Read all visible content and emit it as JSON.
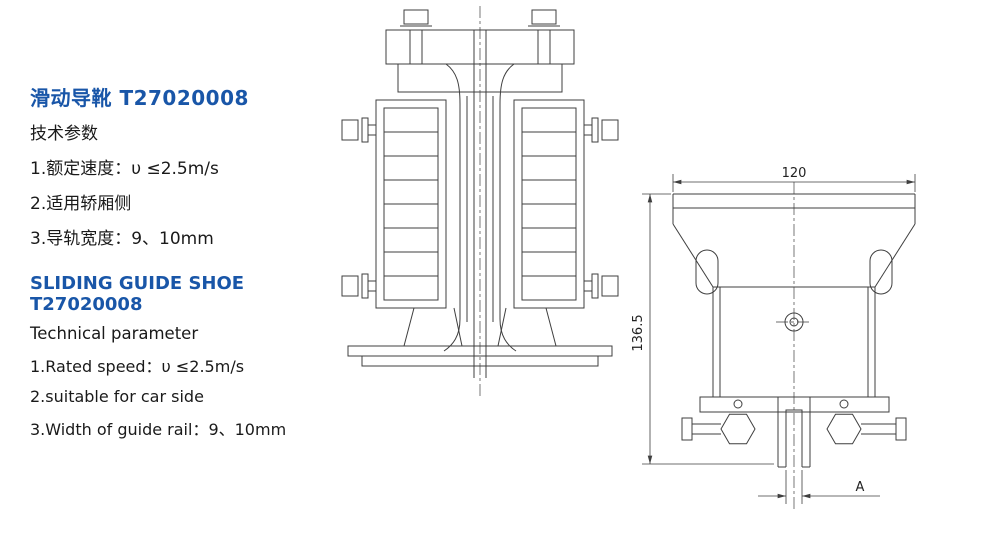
{
  "cn": {
    "title": "滑动导靴  T27020008",
    "subtitle": "技术参数",
    "lines": [
      "1.额定速度：υ ≤2.5m/s",
      "2.适用轿厢侧",
      "3.导轨宽度：9、10mm"
    ]
  },
  "en": {
    "title": "SLIDING GUIDE SHOE T27020008",
    "subtitle": "Technical parameter",
    "lines": [
      "1.Rated speed：υ ≤2.5m/s",
      "2.suitable for car side",
      "3.Width of guide rail：9、10mm"
    ]
  },
  "dims": {
    "width": "120",
    "height": "136.5",
    "rail": "A"
  },
  "colors": {
    "accent": "#1956a8",
    "line": "#3f3f3f",
    "text": "#1a1a1a"
  }
}
